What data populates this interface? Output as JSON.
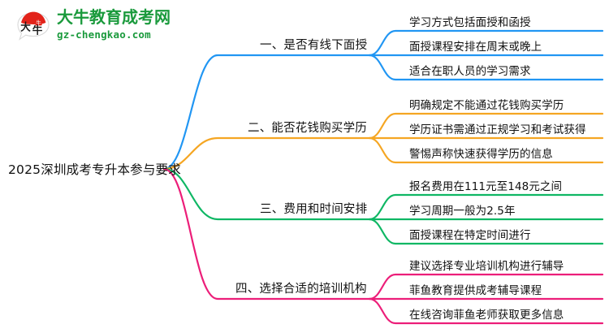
{
  "logo": {
    "name": "dani-logo",
    "cn_text": "大牛教育成考网",
    "en_text": "gz-chengkao.com",
    "mark_text": "大牛",
    "color_green": "#1a9a3c",
    "color_red": "#e2231a"
  },
  "mindmap": {
    "root": {
      "label": "2025深圳成考专升本参与要求"
    },
    "branches": [
      {
        "label": "一、是否有线下面授",
        "color": "#2196f3",
        "leaves": [
          "学习方式包括面授和函授",
          "面授课程安排在周末或晚上",
          "适合在职人员的学习需求"
        ]
      },
      {
        "label": "二、能否花钱购买学历",
        "color": "#f5a623",
        "leaves": [
          "明确规定不能通过花钱购买学历",
          "学历证书需通过正规学习和考试获得",
          "警惕声称快速获得学历的信息"
        ]
      },
      {
        "label": "三、费用和时间安排",
        "color": "#0fb764",
        "leaves": [
          "报名费用在111元至148元之间",
          "学习周期一般为2.5年",
          "面授课程在特定时间进行"
        ]
      },
      {
        "label": "四、选择合适的培训机构",
        "color": "#ec1e79",
        "leaves": [
          "建议选择专业培训机构进行辅导",
          "菲鱼教育提供成考辅导课程",
          "在线咨询菲鱼老师获取更多信息"
        ]
      }
    ]
  }
}
